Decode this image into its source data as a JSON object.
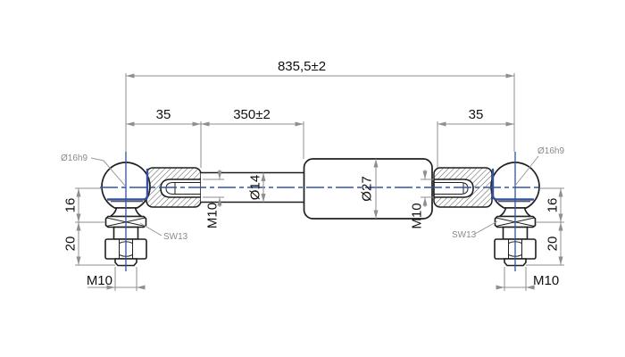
{
  "colors": {
    "outline": "#1f1f1f",
    "dimension_gray": "#8f8f8f",
    "centerline_blue": "#33539e",
    "background": "#ffffff"
  },
  "dimensions": {
    "overall_length": "835,5±2",
    "left_joint_length": "35",
    "stroke_length": "350±2",
    "right_joint_length": "35",
    "left_ball_to_flange": "16",
    "left_flange_to_stud_end": "20",
    "right_ball_to_flange": "16",
    "right_flange_to_stud_end": "20",
    "left_stud_thread": "M10",
    "right_stud_thread": "M10",
    "left_socket_thread": "M10",
    "right_socket_thread": "M10",
    "rod_diameter": "Ø14",
    "tube_diameter": "Ø27"
  },
  "callouts": {
    "left_ball_diameter": "Ø16h9",
    "right_ball_diameter": "Ø16h9",
    "left_wrench_size": "SW13",
    "right_wrench_size": "SW13"
  }
}
